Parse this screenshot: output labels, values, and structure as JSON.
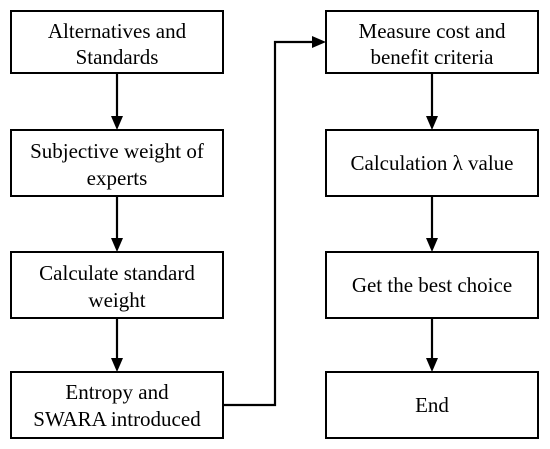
{
  "flowchart": {
    "left_column": [
      {
        "id": "alternatives",
        "lines": [
          "Alternatives and",
          "Standards"
        ]
      },
      {
        "id": "subjective-weight",
        "lines": [
          "Subjective weight of",
          "experts"
        ]
      },
      {
        "id": "standard-weight",
        "lines": [
          "Calculate standard",
          "weight"
        ]
      },
      {
        "id": "entropy-swara",
        "lines": [
          "Entropy and",
          "SWARA introduced"
        ]
      }
    ],
    "right_column": [
      {
        "id": "measure-criteria",
        "lines": [
          "Measure cost and",
          "benefit criteria"
        ]
      },
      {
        "id": "lambda-value",
        "lines": [
          "Calculation λ value"
        ]
      },
      {
        "id": "best-choice",
        "lines": [
          "Get the best choice"
        ]
      },
      {
        "id": "end",
        "lines": [
          "End"
        ]
      }
    ],
    "colors": {
      "stroke": "#000000",
      "fill": "#ffffff",
      "text": "#000000"
    }
  }
}
